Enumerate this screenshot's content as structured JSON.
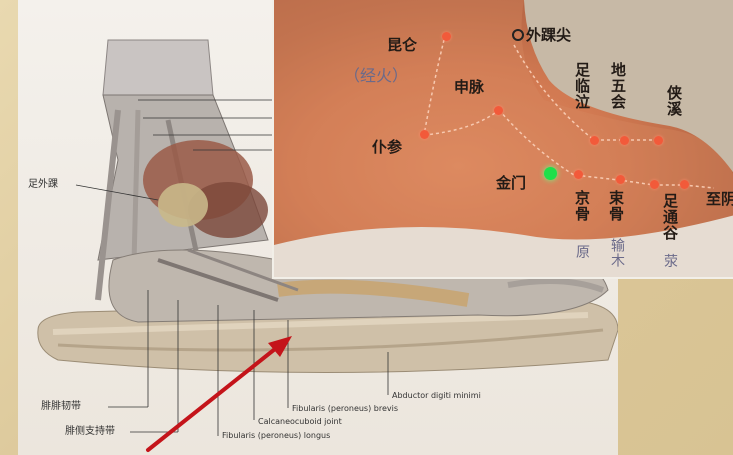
{
  "left_figure": {
    "labels": {
      "lateral_malleolus": "足外踝",
      "ligament_1": "腓腓韧带",
      "retinaculum": "腓侧支持带",
      "abductor": "Abductor digiti minimi",
      "brevis": "Fibularis (peroneus) brevis",
      "calcaneocuboid": "Calcaneocuboid joint",
      "longus": "Fibularis (peroneus) longus"
    }
  },
  "right_figure": {
    "points": {
      "kunlun": "昆仑",
      "kunlun_note": "（经火）",
      "shenmai": "申脉",
      "pushen": "仆参",
      "jinmen": "金门",
      "waihuaijian": "外踝尖",
      "zulinqi": "足临泣",
      "diwuhui": "地五会",
      "xiaxi": "侠溪",
      "jinggu": "京骨",
      "shugu": "束骨",
      "zutonggu": "足通谷",
      "zhiyin": "至阴",
      "yuan": "原",
      "shu": "输木",
      "ying": "荥"
    }
  },
  "colors": {
    "arrow": "#c4141a",
    "highlight_point": "#1fe04a",
    "acupoint": "#f25a3a"
  }
}
